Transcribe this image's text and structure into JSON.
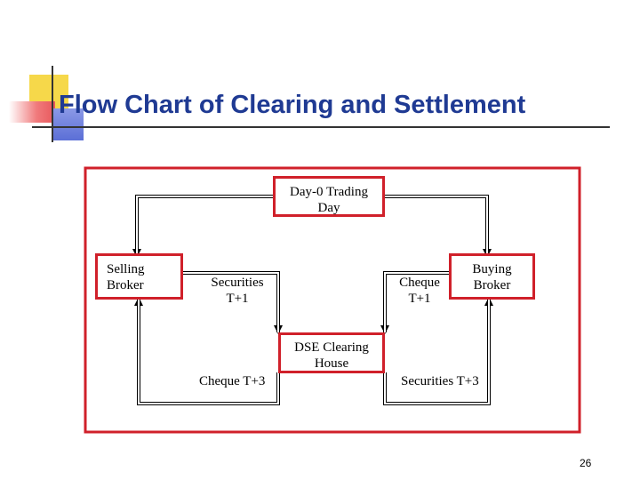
{
  "slide": {
    "title": "Flow Chart of Clearing and Settlement",
    "page_number": "26"
  },
  "nodes": {
    "trading_day": {
      "line1": "Day-0 Trading",
      "line2": "Day"
    },
    "selling_broker": {
      "line1": "Selling",
      "line2": "Broker"
    },
    "buying_broker": {
      "line1": "Buying",
      "line2": "Broker"
    },
    "clearing_house": {
      "line1": "DSE Clearing",
      "line2": "House"
    }
  },
  "labels": {
    "securities_t1": {
      "line1": "Securities",
      "line2": "T+1"
    },
    "cheque_t1": {
      "line1": "Cheque",
      "line2": "T+1"
    },
    "cheque_t3": "Cheque T+3",
    "securities_t3": "Securities T+3"
  },
  "colors": {
    "title": "#1f3a93",
    "box_border": "#d0202a",
    "deco_yellow": "#f6d84a",
    "deco_red": "#e8585c",
    "deco_blue": "#5b6fd6"
  }
}
